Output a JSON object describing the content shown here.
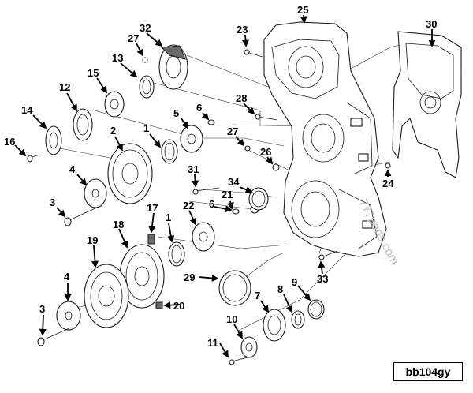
{
  "figure": {
    "reference_code": "bb104gy",
    "watermark": "777parts.com"
  },
  "callouts": [
    {
      "id": "c1a",
      "label": "1"
    },
    {
      "id": "c1b",
      "label": "1"
    },
    {
      "id": "c2",
      "label": "2"
    },
    {
      "id": "c3a",
      "label": "3"
    },
    {
      "id": "c3b",
      "label": "3"
    },
    {
      "id": "c4a",
      "label": "4"
    },
    {
      "id": "c4b",
      "label": "4"
    },
    {
      "id": "c5",
      "label": "5"
    },
    {
      "id": "c6a",
      "label": "6"
    },
    {
      "id": "c6b",
      "label": "6"
    },
    {
      "id": "c7",
      "label": "7"
    },
    {
      "id": "c8",
      "label": "8"
    },
    {
      "id": "c9",
      "label": "9"
    },
    {
      "id": "c10",
      "label": "10"
    },
    {
      "id": "c11",
      "label": "11"
    },
    {
      "id": "c12",
      "label": "12"
    },
    {
      "id": "c13",
      "label": "13"
    },
    {
      "id": "c14",
      "label": "14"
    },
    {
      "id": "c15",
      "label": "15"
    },
    {
      "id": "c16",
      "label": "16"
    },
    {
      "id": "c17",
      "label": "17"
    },
    {
      "id": "c18",
      "label": "18"
    },
    {
      "id": "c19",
      "label": "19"
    },
    {
      "id": "c20",
      "label": "20"
    },
    {
      "id": "c21",
      "label": "21"
    },
    {
      "id": "c22",
      "label": "22"
    },
    {
      "id": "c23",
      "label": "23"
    },
    {
      "id": "c24",
      "label": "24"
    },
    {
      "id": "c25",
      "label": "25"
    },
    {
      "id": "c26",
      "label": "26"
    },
    {
      "id": "c27a",
      "label": "27"
    },
    {
      "id": "c27b",
      "label": "27"
    },
    {
      "id": "c28",
      "label": "28"
    },
    {
      "id": "c29",
      "label": "29"
    },
    {
      "id": "c30",
      "label": "30"
    },
    {
      "id": "c31",
      "label": "31"
    },
    {
      "id": "c32",
      "label": "32"
    },
    {
      "id": "c33",
      "label": "33"
    },
    {
      "id": "c34",
      "label": "34"
    }
  ]
}
